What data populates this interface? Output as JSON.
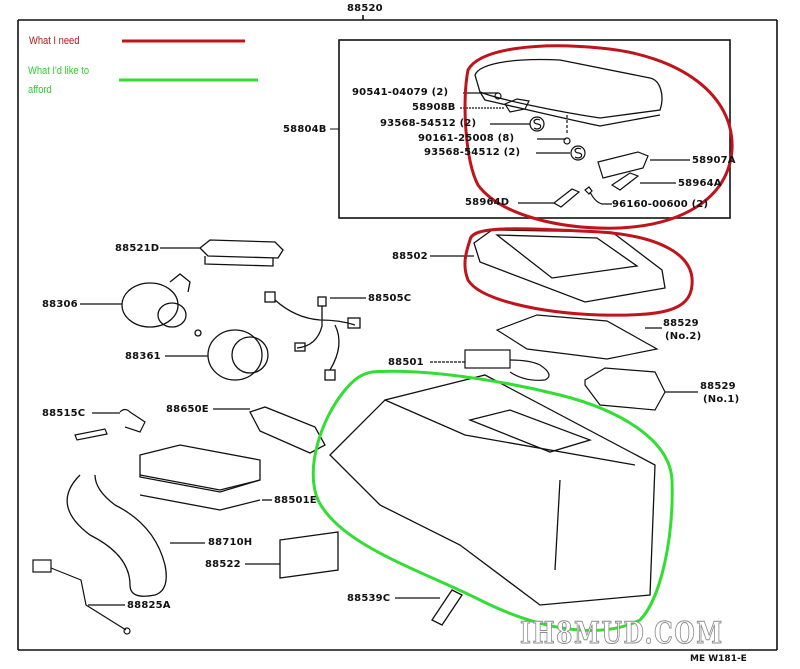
{
  "diagram": {
    "assembly_number": "88520",
    "sub_assembly_number": "58804B",
    "figure_code": "ME W181-E",
    "watermark": "IH8MUD.COM"
  },
  "legend": {
    "need_label": "What I need",
    "need_color": "#c0141c",
    "afford_label_line1": "What I'd like to",
    "afford_label_line2": "afford",
    "afford_color": "#33dd33"
  },
  "parts": {
    "p_90541": "90541-04079 (2)",
    "p_58908": "58908B",
    "p_93568a": "93568-54512 (2)",
    "p_90161": "90161-25008 (8)",
    "p_93568b": "93568-54512 (2)",
    "p_58907a": "58907A",
    "p_58964a": "58964A",
    "p_58964d": "58964D",
    "p_96160": "96160-00600 (2)",
    "p_88521d": "88521D",
    "p_88502": "88502",
    "p_88306": "88306",
    "p_88505c": "88505C",
    "p_88529_2": "88529",
    "p_88529_2_sub": "(No.2)",
    "p_88361": "88361",
    "p_88501": "88501",
    "p_88529_1": "88529",
    "p_88529_1_sub": "(No.1)",
    "p_88515c": "88515C",
    "p_88650e": "88650E",
    "p_88501e": "88501E",
    "p_88710h": "88710H",
    "p_88522": "88522",
    "p_88539c": "88539C",
    "p_88825a": "88825A"
  }
}
